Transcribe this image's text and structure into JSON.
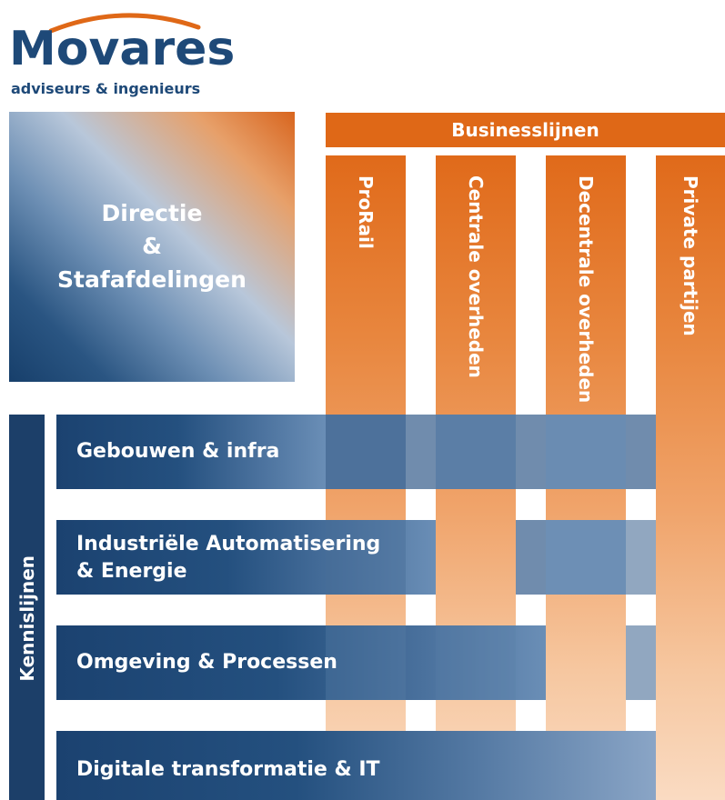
{
  "logo": {
    "wordmark": "Movares",
    "tagline": "adviseurs & ingenieurs"
  },
  "directie": {
    "line1": "Directie",
    "line2": "&",
    "line3": "Stafafdelingen"
  },
  "businesslijnen": {
    "title": "Businesslijnen",
    "columns": [
      "ProRail",
      "Centrale overheden",
      "Decentrale overheden",
      "Private partijen"
    ]
  },
  "kennislijnen": {
    "title": "Kennislijnen",
    "rows": [
      {
        "line1": "Gebouwen & infra",
        "line2": ""
      },
      {
        "line1": "Industriële Automatisering",
        "line2": "& Energie"
      },
      {
        "line1": "Omgeving & Processen",
        "line2": ""
      },
      {
        "line1": "Digitale transformatie & IT",
        "line2": ""
      }
    ]
  },
  "colors": {
    "brand_blue": "#1e4978",
    "brand_orange": "#df6817"
  }
}
